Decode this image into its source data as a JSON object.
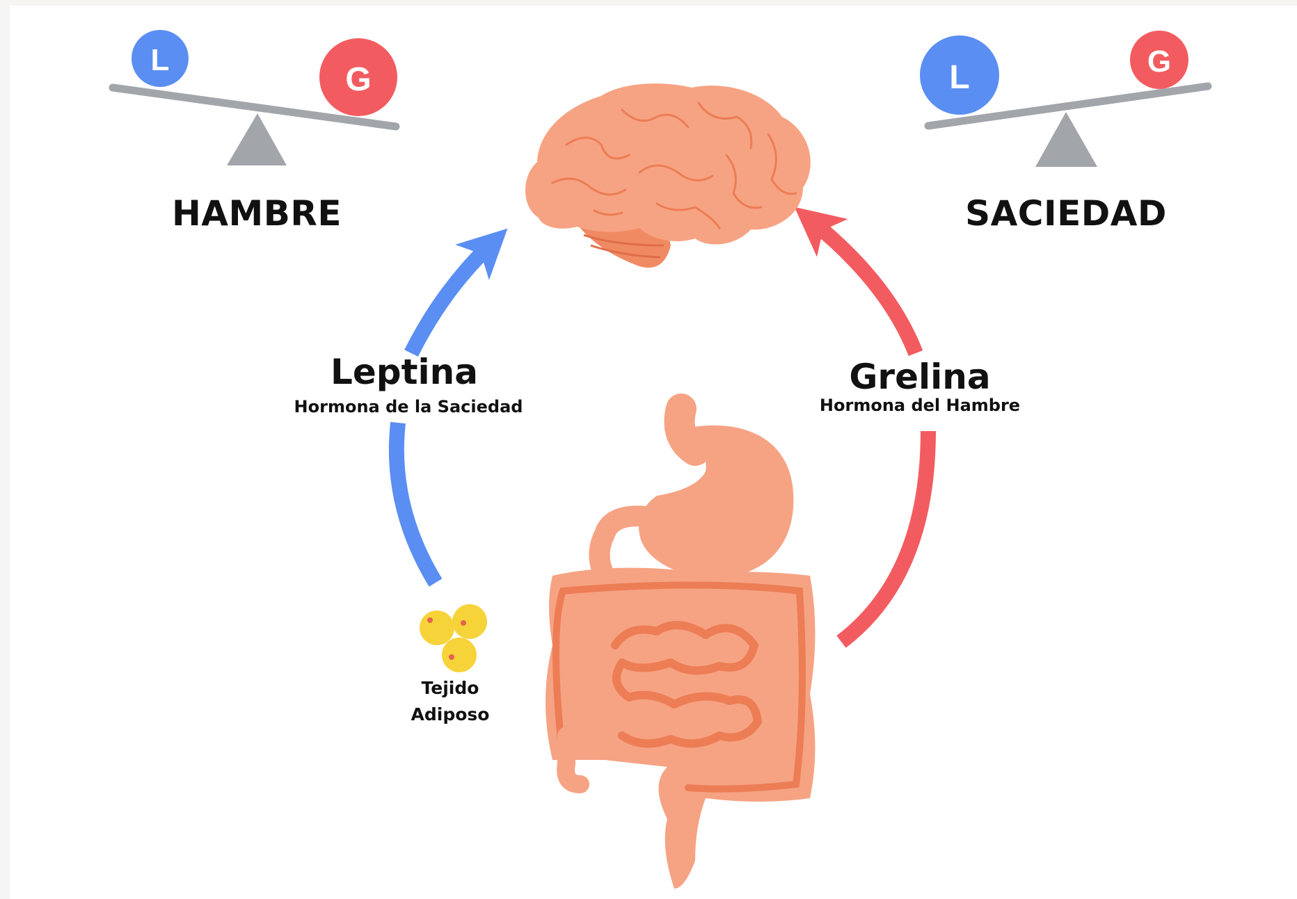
{
  "states": {
    "hunger": {
      "label": "HAMBRE",
      "left_ball": "L",
      "right_ball": "G"
    },
    "satiety": {
      "label": "SACIEDAD",
      "left_ball": "L",
      "right_ball": "G"
    }
  },
  "hormones": {
    "leptin": {
      "name": "Leptina",
      "description": "Hormona de la Saciedad",
      "color": "#5b8ef2"
    },
    "ghrelin": {
      "name": "Grelina",
      "description": "Hormona del Hambre",
      "color": "#f25c60"
    }
  },
  "adipose": {
    "line1": "Tejido",
    "line2": "Adiposo",
    "color": "#f7d33a"
  },
  "organ_color": "#f6a383",
  "organ_line_color": "#ec7d55",
  "scale_color": "#a2a5aa"
}
